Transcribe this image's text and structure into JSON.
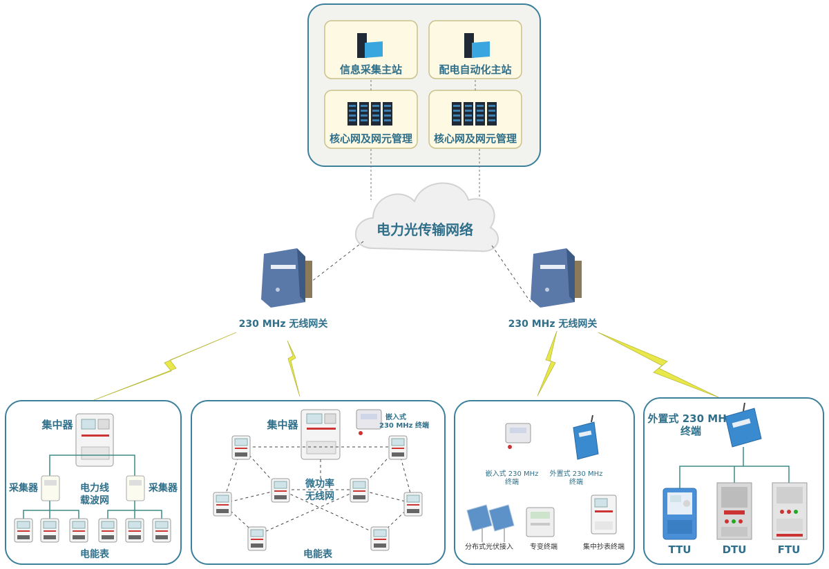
{
  "master": {
    "station1": "信息采集主站",
    "station2": "配电自动化主站",
    "core1": "核心网及网元管理",
    "core2": "核心网及网元管理"
  },
  "cloud_label": "电力光传输网络",
  "gateway_left": "230 MHz 无线网关",
  "gateway_right": "230 MHz 无线网关",
  "box1": {
    "concentrator": "集中器",
    "collector_left": "采集器",
    "collector_right": "采集器",
    "plc_line1": "电力线",
    "plc_line2": "载波网",
    "meters": "电能表"
  },
  "box2": {
    "concentrator": "集中器",
    "terminal_line1": "嵌入式",
    "terminal_line2": "230 MHz 终端",
    "micro_line1": "微功率",
    "micro_line2": "无线网",
    "meters": "电能表"
  },
  "box3": {
    "embedded_line1": "嵌入式 230 MHz",
    "embedded_line2": "终端",
    "external_line1": "外置式 230 MHz",
    "external_line2": "终端",
    "pv": "分布式光伏接入",
    "special": "专变终端",
    "reading": "集中抄表终端"
  },
  "box4": {
    "terminal_line1": "外置式 230 MHz",
    "terminal_line2": "终端",
    "ttu": "TTU",
    "dtu": "DTU",
    "ftu": "FTU"
  },
  "colors": {
    "accent": "#2f6f8a",
    "box_border": "#3b7f9b",
    "panel_bg": "#f2f2ef",
    "tile_bg": "#fdf9e2",
    "tile_border": "#c9c08a",
    "lightning": "#e8e84a"
  }
}
